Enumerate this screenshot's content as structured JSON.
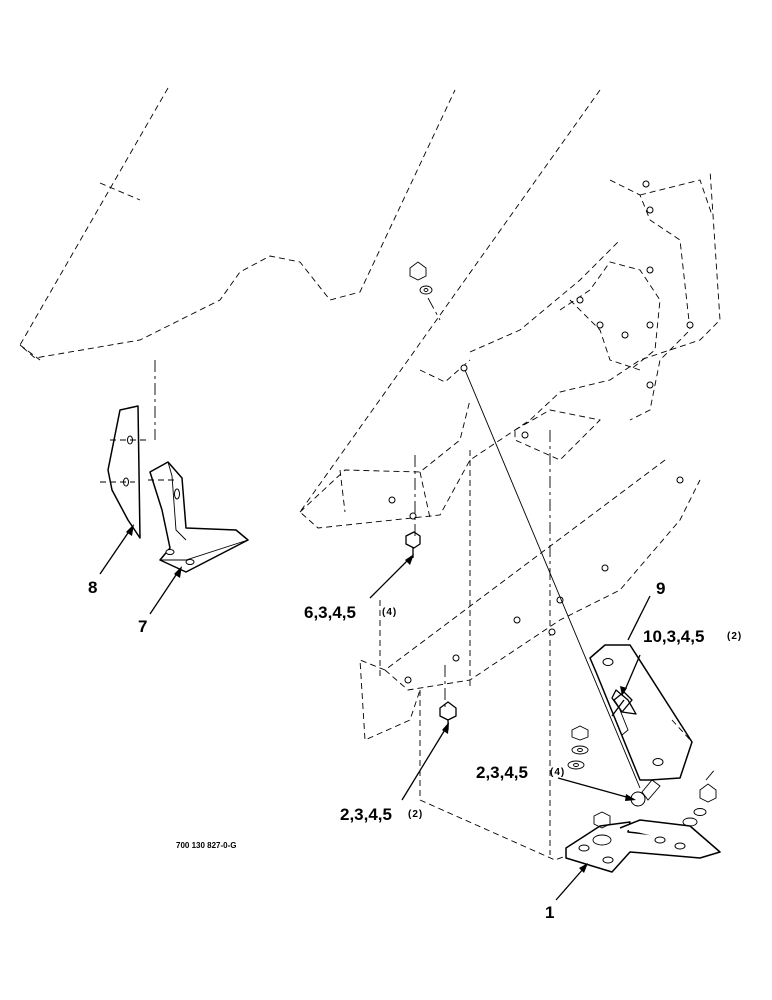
{
  "callouts": {
    "c8": "8",
    "c7": "7",
    "c9": "9",
    "c1": "1",
    "c6_main": "6,3,4,5",
    "c6_qty": "(4)",
    "c10_main": "10,3,4,5",
    "c10_qty": "(2)",
    "c2a_main": "2,3,4,5",
    "c2a_qty": "(4)",
    "c2b_main": "2,3,4,5",
    "c2b_qty": "(2)"
  },
  "drawing_code": "700 130 827-0-G"
}
